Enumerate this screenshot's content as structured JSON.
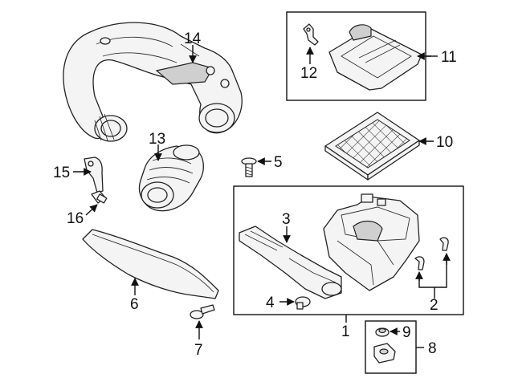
{
  "callouts": {
    "c1": "1",
    "c2": "2",
    "c3": "3",
    "c4": "4",
    "c5": "5",
    "c6": "6",
    "c7": "7",
    "c8": "8",
    "c9": "9",
    "c10": "10",
    "c11": "11",
    "c12": "12",
    "c13": "13",
    "c14": "14",
    "c15": "15",
    "c16": "16"
  },
  "colors": {
    "line": "#111111",
    "part_fill": "#f4f4f4",
    "shade": "#cfcfcf"
  }
}
